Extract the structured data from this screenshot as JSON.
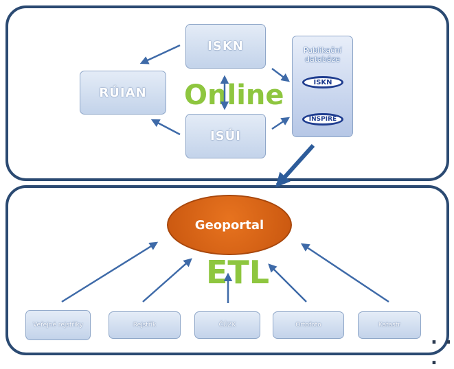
{
  "top": {
    "online_label": "Online",
    "boxes": {
      "iskn": "ISKN",
      "ruian": "RÚIAN",
      "isui": "ISÚI"
    },
    "publication": {
      "title": "Publikační databáze",
      "logos": [
        "ISKN",
        "INSPIRE"
      ]
    }
  },
  "bottom": {
    "etl_label": "ETL",
    "geoportal": "Geoportal",
    "sources": [
      "Veřejné rejstříky",
      "Rejstřík",
      "ČÚZK",
      "Ortofoto",
      "Katastr"
    ],
    "ellipsis": ". . ."
  },
  "colors": {
    "frame": "#2b4a72",
    "box_fill": "#c9d6ee",
    "online_green": "#8ec63f",
    "geoportal_orange": "#d8621a",
    "arrow": "#3e6aa8"
  }
}
